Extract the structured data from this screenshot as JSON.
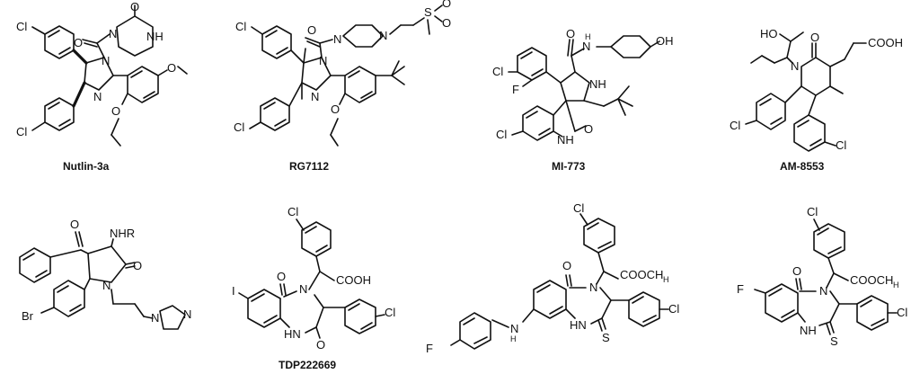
{
  "compounds": [
    {
      "name": "Nutlin-3a"
    },
    {
      "name": "RG7112"
    },
    {
      "name": "MI-773"
    },
    {
      "name": "AM-8553"
    },
    {
      "name": ""
    },
    {
      "name": "TDP222669"
    },
    {
      "name": ""
    },
    {
      "name": ""
    }
  ],
  "atoms": {
    "cl": "Cl",
    "n": "N",
    "o": "O",
    "nh": "NH",
    "hn": "HN",
    "f": "F",
    "br": "Br",
    "i": "I",
    "s": "S",
    "ho": "HO",
    "oh": "OH",
    "nhr": "NHR",
    "cooh": "COOH",
    "cooch3": "COOCH",
    "cf3": "F",
    "so2": "S",
    "h": "H"
  }
}
